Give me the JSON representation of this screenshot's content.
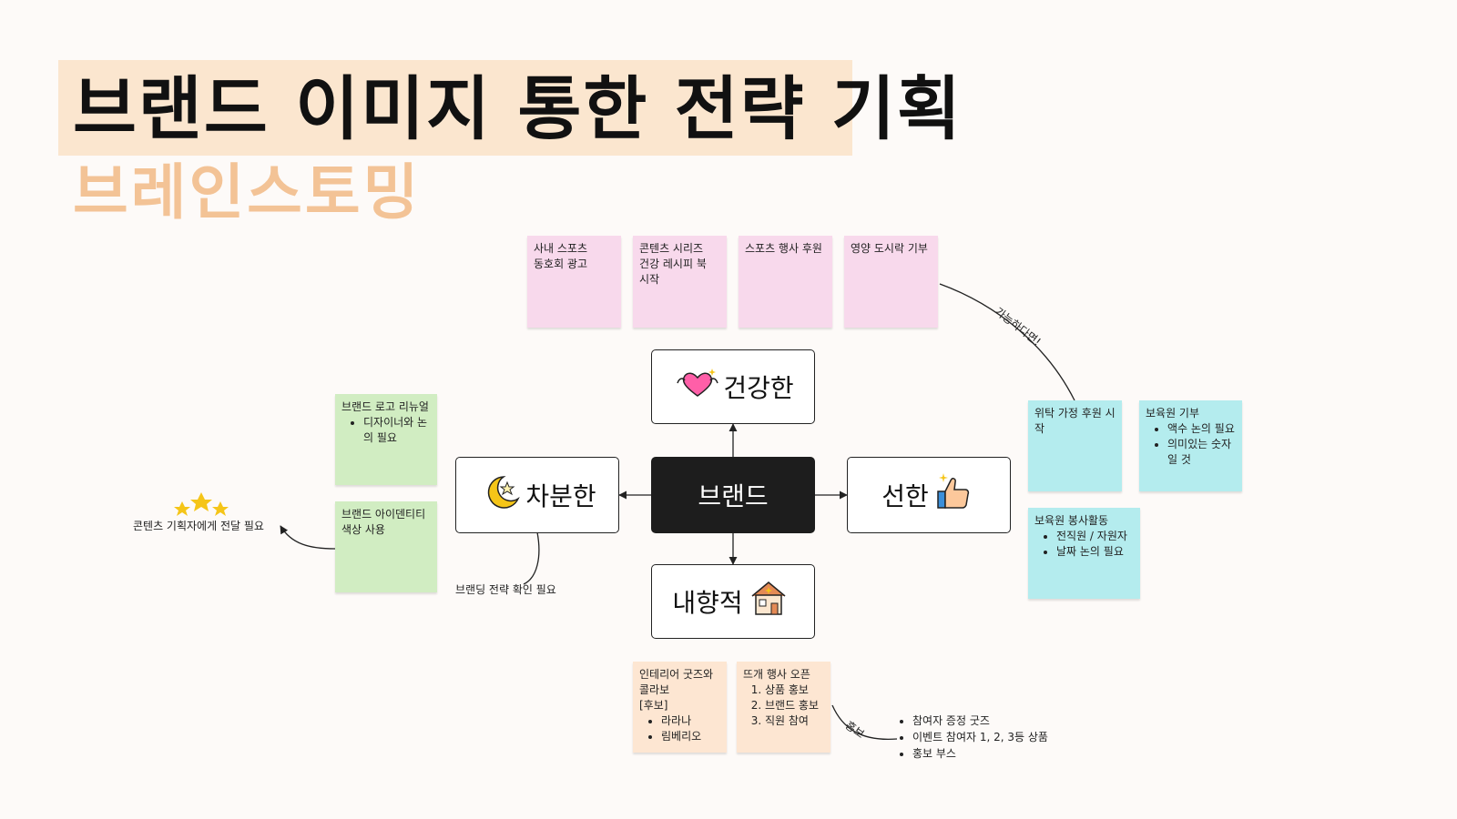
{
  "title": "브랜드 이미지 통한 전략 기획",
  "subtitle": "브레인스토밍",
  "center": "브랜드",
  "nodes": {
    "top": {
      "label": "건강한",
      "icon": "heart-muscle-icon"
    },
    "left": {
      "label": "차분한",
      "icon": "moon-star-icon"
    },
    "right": {
      "label": "선한",
      "icon": "thumbs-up-icon"
    },
    "bottom": {
      "label": "내향적",
      "icon": "house-icon"
    }
  },
  "pink_notes": [
    {
      "lines": [
        "사내 스포츠",
        "동호회 광고"
      ]
    },
    {
      "lines": [
        "콘텐츠 시리즈",
        "건강 레시피 북",
        "시작"
      ]
    },
    {
      "lines": [
        "스포츠 행사 후원"
      ]
    },
    {
      "lines": [
        "영양 도시락 기부"
      ]
    }
  ],
  "green_notes": [
    {
      "title": "브랜드 로고 리뉴얼",
      "bullets": [
        "디자이너와 논의 필요"
      ]
    },
    {
      "title": "브랜드 아이덴티티 색상 사용",
      "bullets": []
    }
  ],
  "cyan_notes": [
    {
      "title": "위탁 가정 후원 시작",
      "bullets": []
    },
    {
      "title": "보육원 기부",
      "bullets": [
        "액수 논의 필요",
        "의미있는 숫자일 것"
      ]
    },
    {
      "title": "보육원 봉사활동",
      "bullets": [
        "전직원 / 자원자",
        "날짜 논의 필요"
      ]
    }
  ],
  "peach_notes": [
    {
      "lines": [
        "인테리어 굿즈와",
        "콜라보",
        "[후보]"
      ],
      "bullets": [
        "라라나",
        "림베리오"
      ]
    },
    {
      "lines": [
        "뜨개 행사 오픈"
      ],
      "numbered": [
        "상품 홍보",
        "브랜드 홍보",
        "직원 참여"
      ]
    }
  ],
  "annotations": {
    "left_stars": "콘텐츠 기획자에게 전달 필요",
    "left_below": "브랜딩 전략 확인 필요",
    "curve_label_top": "가능하다면!",
    "curve_label_bottom": "홍보"
  },
  "promo_list": [
    "참여자 증정 굿즈",
    "이벤트 참여자 1, 2, 3등 상품",
    "홍보 부스"
  ],
  "colors": {
    "title_band": "#fbe6cf",
    "subtitle": "#f3c396",
    "pink": "#f8d9ec",
    "green": "#d1edc2",
    "cyan": "#b4ecee",
    "peach": "#fde6d2",
    "center": "#1d1d1d"
  }
}
